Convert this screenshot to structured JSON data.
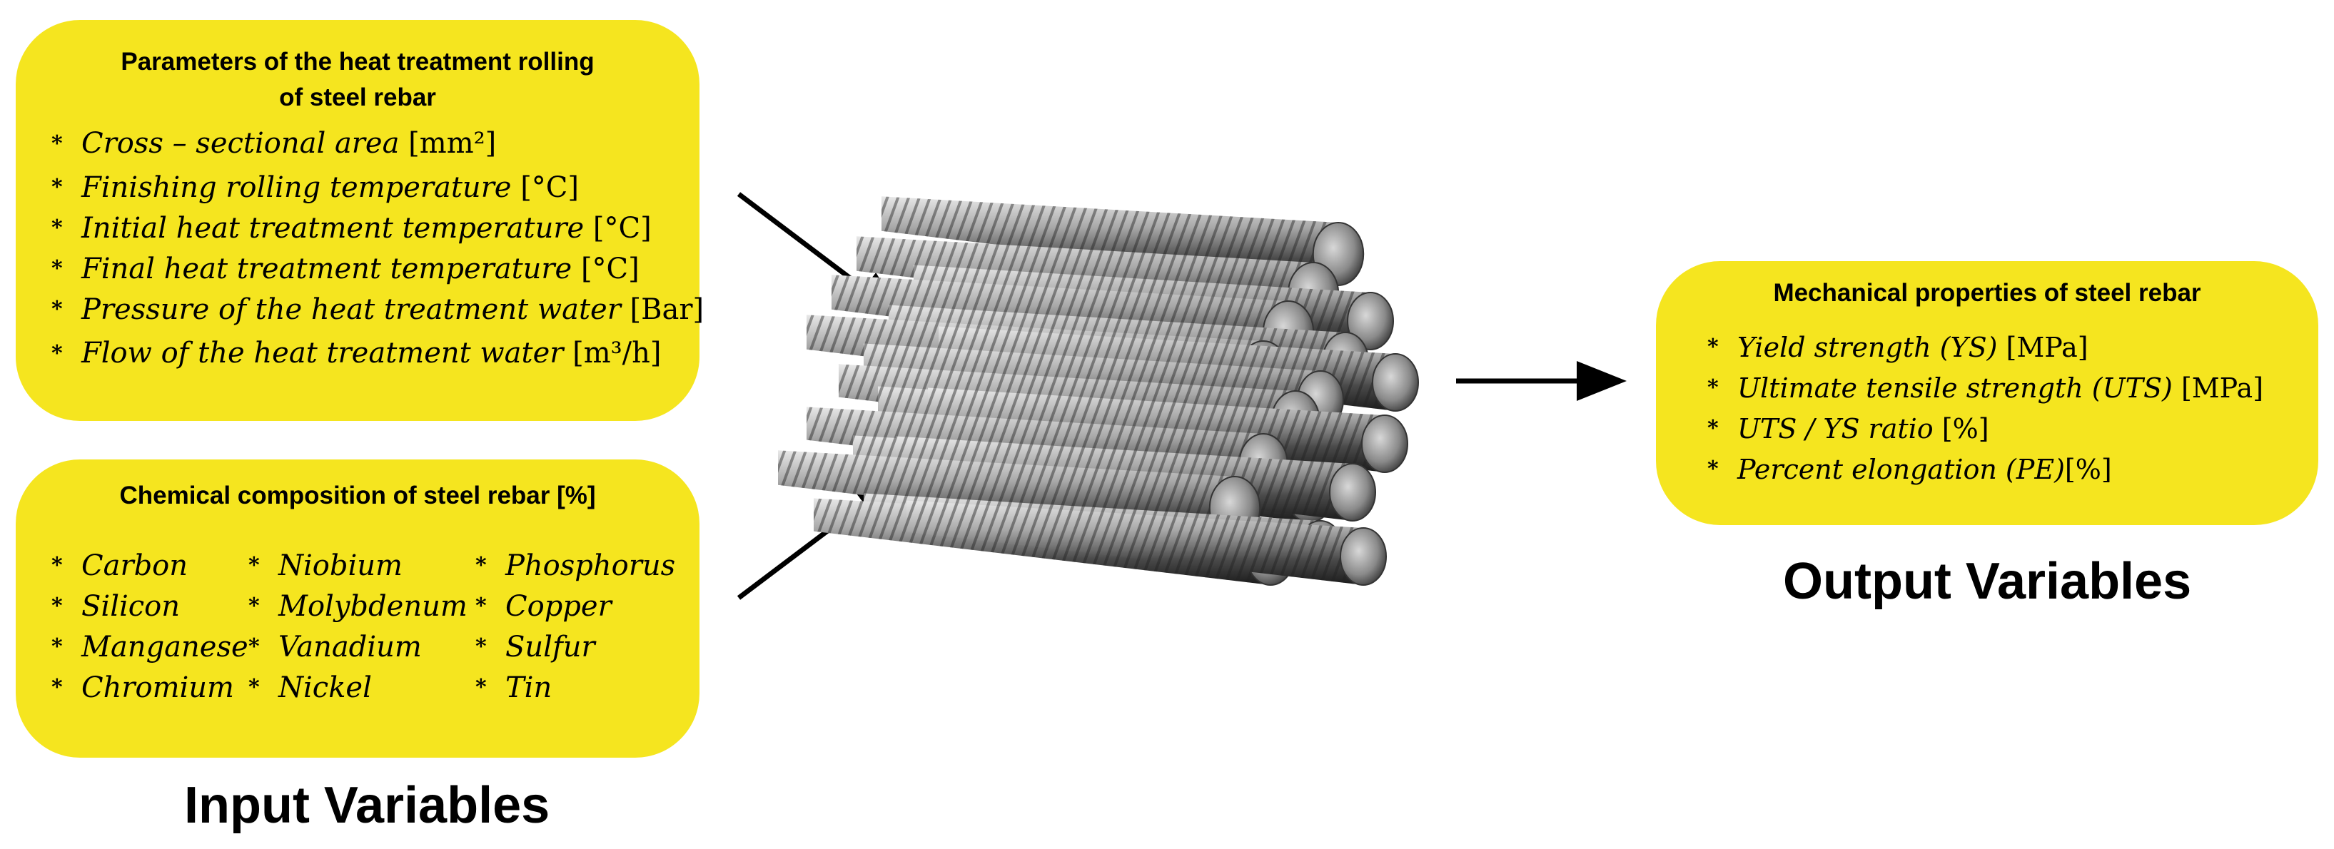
{
  "heat_treatment_box": {
    "title_line1": "Parameters of the heat treatment rolling",
    "title_line2": "of steel rebar",
    "items": [
      {
        "name": "Cross – sectional area",
        "unit": "[mm²]"
      },
      {
        "name": "Finishing rolling temperature",
        "unit": "[°C]"
      },
      {
        "name": "Initial heat treatment temperature",
        "unit": "[°C]"
      },
      {
        "name": "Final heat treatment temperature",
        "unit": "[°C]"
      },
      {
        "name": "Pressure of the heat treatment water",
        "unit": "[Bar]"
      },
      {
        "name": "Flow of the heat treatment water",
        "unit": "[m³/h]"
      }
    ]
  },
  "chemical_box": {
    "title": "Chemical composition of steel rebar [%]",
    "col1": [
      "Carbon",
      "Silicon",
      "Manganese",
      "Chromium"
    ],
    "col2": [
      "Niobium",
      "Molybdenum",
      "Vanadium",
      "Nickel"
    ],
    "col3": [
      "Phosphorus",
      "Copper",
      "Sulfur",
      "Tin"
    ]
  },
  "mechanical_box": {
    "title": "Mechanical properties of steel rebar",
    "items": [
      {
        "name": "Yield strength (YS)",
        "unit": "[MPa]"
      },
      {
        "name": "Ultimate tensile strength (UTS)",
        "unit": "[MPa]"
      },
      {
        "name": "UTS / YS ratio",
        "unit": "[%]"
      },
      {
        "name": "Percent elongation (PE)",
        "unit": "[%]"
      }
    ]
  },
  "bullet_symbol": "*",
  "labels": {
    "input": "Input Variables",
    "output": "Output Variables"
  },
  "colors": {
    "box_fill": "#f5e51f",
    "arrow": "#000000",
    "steel_dark": "#3a3a3a",
    "steel_light": "#d6d6d6"
  },
  "image": {
    "subject": "bundle of steel rebar bars"
  }
}
